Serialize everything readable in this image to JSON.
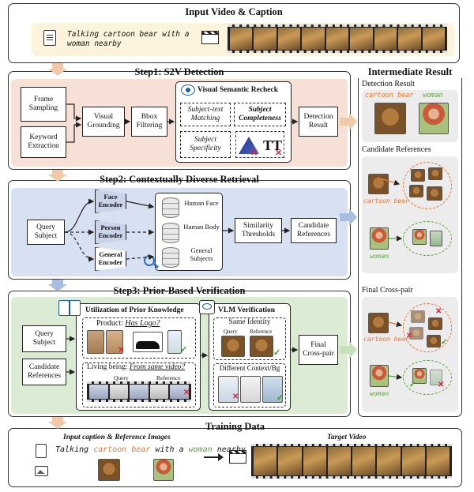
{
  "input": {
    "title": "Input Video & Caption",
    "caption": "Talking cartoon bear with a woman nearby"
  },
  "step1": {
    "title": "Step1: S2V Detection",
    "frame_sampling": "Frame Sampling",
    "keyword_extraction": "Keyword Extraction",
    "visual_grounding": "Visual Grounding",
    "bbox_filtering": "Bbox Filtering",
    "recheck_title": "Visual Semantic Recheck",
    "subject_text": "Subject-text Matching",
    "subject_completeness": "Subject Completeness",
    "subject_specificity": "Subject Specificity",
    "detection_result": "Detection Result"
  },
  "step2": {
    "title": "Step2: Contextually Diverse Retrieval",
    "query_subject": "Query Subject",
    "face_encoder": "Face Encoder",
    "person_encoder": "Person Encoder",
    "general_encoder": "General Encoder",
    "db_human_face": "Human Face",
    "db_human_body": "Human Body",
    "db_general": "General Subjects",
    "similarity": "Similarity Thresholds",
    "candidate_refs": "Candidate References"
  },
  "step3": {
    "title": "Step3: Prior-Based Verification",
    "query_subject": "Query Subject",
    "candidate_refs": "Candidate References",
    "prior_title": "Utilization of Prior Knowledge",
    "product_label": "Product:",
    "has_logo": "Has Logo?",
    "living_label": "Living being:",
    "same_video": "From same video?",
    "query": "Query",
    "reference": "Reference",
    "vlm_title": "VLM Verification",
    "same_identity": "Same Identity",
    "diff_context": "Different Context/Bg",
    "final_crosspair": "Final Cross-pair"
  },
  "training": {
    "title": "Training Data",
    "input_label": "Input caption & Reference Images",
    "target_label": "Target Video",
    "caption_pre": "Talking",
    "caption_subj1": "cartoon bear",
    "caption_mid": "with a",
    "caption_subj2": "woman",
    "caption_post": "nearby"
  },
  "intermediate": {
    "title": "Intermediate Result",
    "detection_result": "Detection Result",
    "label_bear": "cartoon bear",
    "label_woman": "woman",
    "candidate_refs": "Candidate References",
    "final_crosspair": "Final Cross-pair"
  },
  "colors": {
    "step1_bg": "#f7e1d6",
    "step2_bg": "#d8e1f2",
    "step3_bg": "#dcebd3",
    "input_bg": "#fbf3dc",
    "bear_label": "#e8762d",
    "woman_label": "#5aa53a"
  }
}
